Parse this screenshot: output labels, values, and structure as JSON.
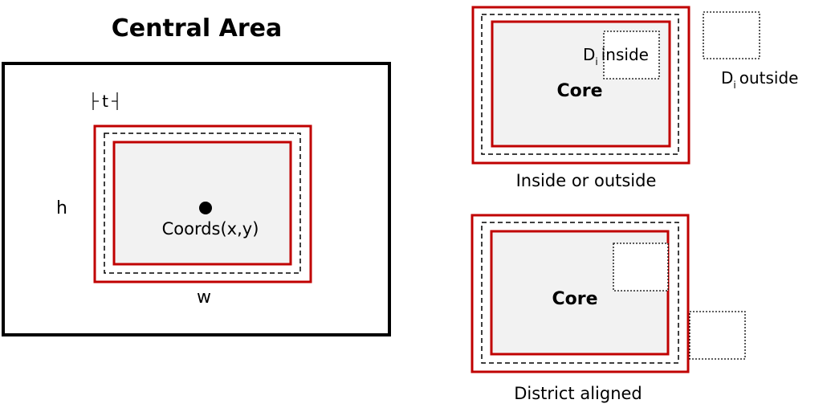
{
  "diagram": {
    "central": {
      "title": "Central Area",
      "t_label": "t",
      "h_label": "h",
      "w_label": "w",
      "coords_label": "Coords(x,y)"
    },
    "panel_inside_outside": {
      "core_label": "Core",
      "district_inside_base": "D",
      "district_inside_sub": "i",
      "district_inside_text": "inside",
      "district_outside_base": "D",
      "district_outside_sub": "i",
      "district_outside_text": "outside",
      "caption": "Inside or outside"
    },
    "panel_district_aligned": {
      "core_label": "Core",
      "caption": "District aligned"
    }
  },
  "colors": {
    "outer_frame": "#000000",
    "boundary_red": "#c00000",
    "core_fill": "#f2f2f2",
    "dashed": "#000000"
  }
}
